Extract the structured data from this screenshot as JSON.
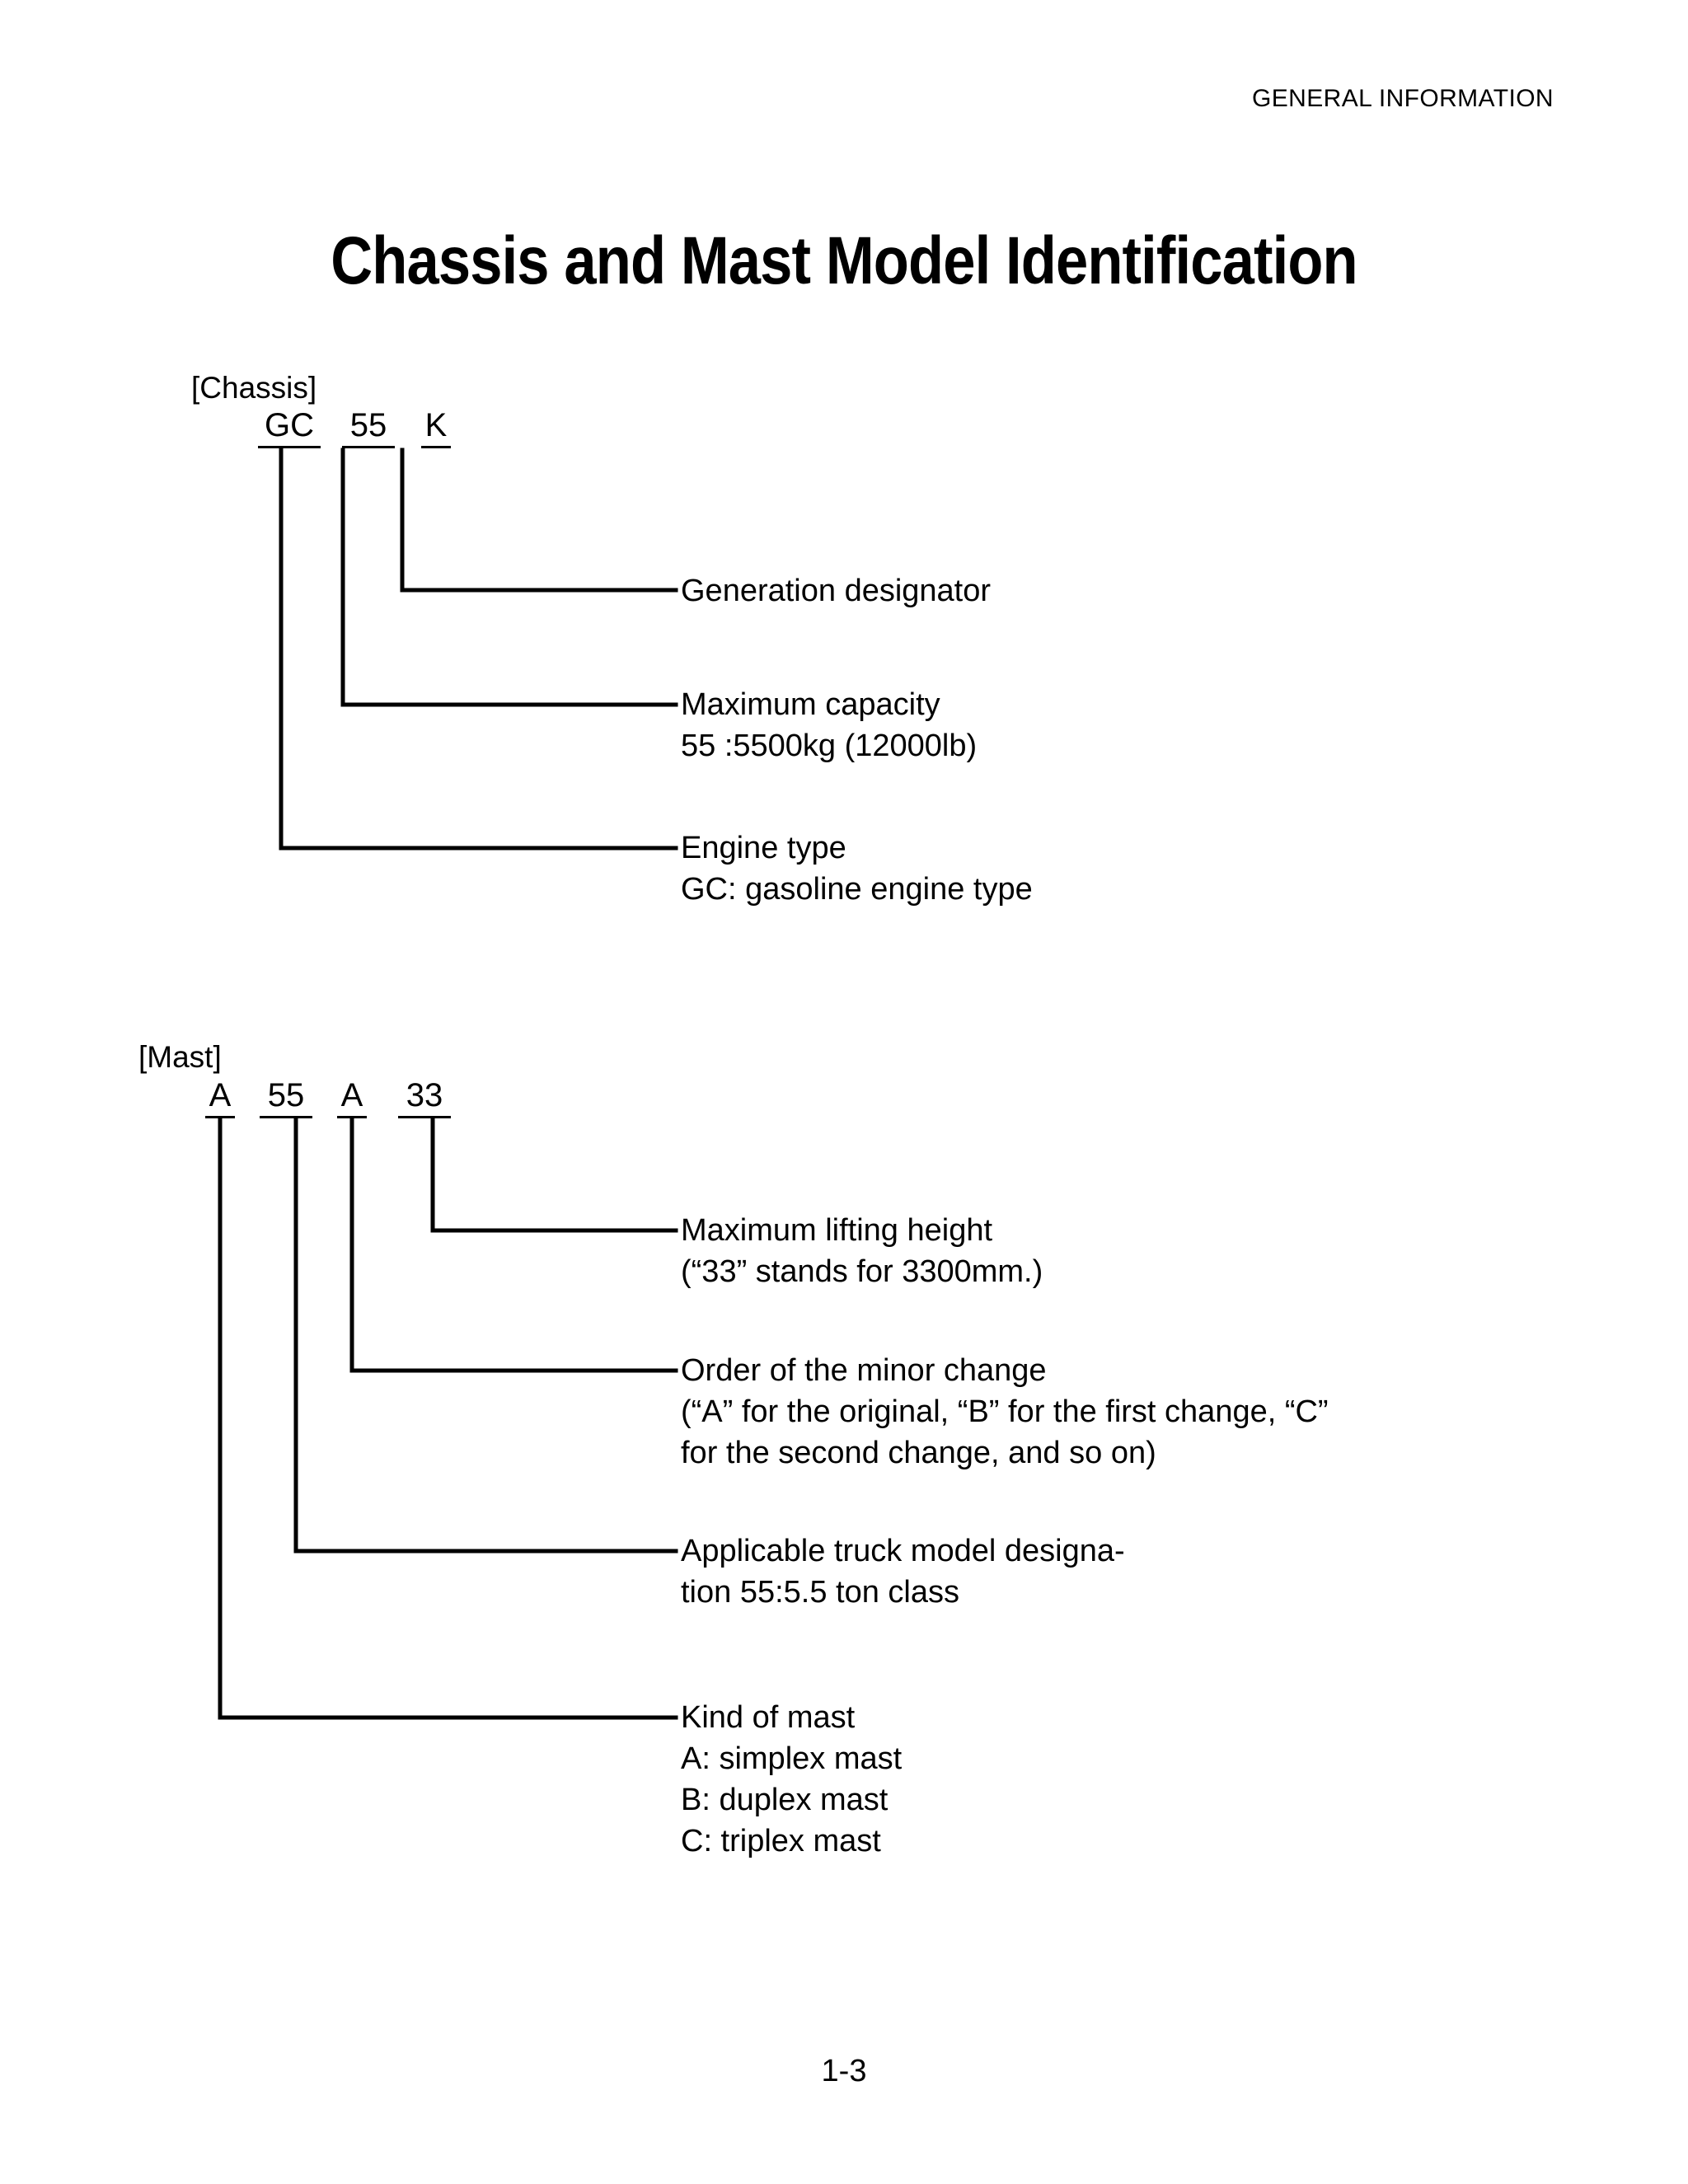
{
  "header": {
    "running_head": "GENERAL INFORMATION"
  },
  "title": "Chassis and Mast Model Identification",
  "chassis": {
    "section_label": "[Chassis]",
    "code_segments": [
      {
        "id": "engine-type",
        "text": "GC"
      },
      {
        "id": "max-capacity",
        "text": "55"
      },
      {
        "id": "generation",
        "text": "K"
      }
    ],
    "callouts": {
      "generation": {
        "heading": "Generation designator",
        "detail": ""
      },
      "capacity": {
        "heading": "Maximum capacity",
        "detail": "55 :5500kg (12000lb)"
      },
      "engine": {
        "heading": "Engine type",
        "detail": "GC: gasoline engine type"
      }
    }
  },
  "mast": {
    "section_label": "[Mast]",
    "code_segments": [
      {
        "id": "kind-of-mast",
        "text": "A"
      },
      {
        "id": "truck-model",
        "text": "55"
      },
      {
        "id": "minor-change",
        "text": "A"
      },
      {
        "id": "lift-height",
        "text": "33"
      }
    ],
    "callouts": {
      "lift_height": {
        "heading": "Maximum lifting height",
        "detail": "(“33” stands for 3300mm.)"
      },
      "minor_change": {
        "heading": "Order of the minor change",
        "detail_line1": "(“A” for the original, “B” for the first change, “C”",
        "detail_line2": "for the second change, and so on)"
      },
      "truck_model": {
        "heading": "Applicable truck model designa-",
        "detail": "tion 55:5.5 ton class"
      },
      "kind_of_mast": {
        "heading": "Kind of mast",
        "option_a": "A: simplex mast",
        "option_b": "B: duplex mast",
        "option_c": "C: triplex mast"
      }
    }
  },
  "footer": {
    "page_number": "1-3"
  },
  "colors": {
    "ink": "#000000",
    "paper": "#ffffff"
  }
}
